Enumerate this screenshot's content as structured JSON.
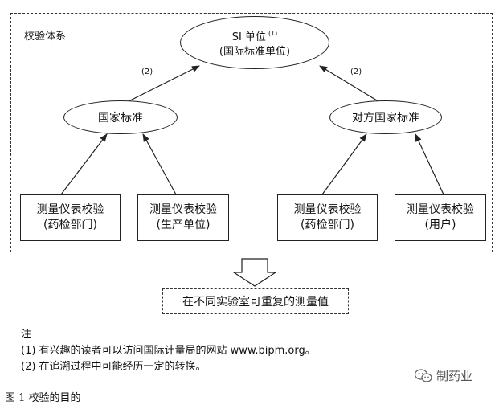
{
  "frame_label": "校验体系",
  "si": {
    "line1": "SI 单位",
    "footnote": "(1)",
    "line2": "(国际标准单位)"
  },
  "arrow_labels": {
    "left": "(2)",
    "right": "(2)"
  },
  "national_standard": "国家标准",
  "counterpart_standard": "对方国家标准",
  "boxes": [
    {
      "line1": "测量仪表校验",
      "line2": "(药检部门)"
    },
    {
      "line1": "测量仪表校验",
      "line2": "(生产单位)"
    },
    {
      "line1": "测量仪表校验",
      "line2": "(药检部门)"
    },
    {
      "line1": "测量仪表校验",
      "line2": "(用户)"
    }
  ],
  "result": "在不同实验室可重复的测量值",
  "notes": {
    "heading": "注",
    "items": [
      "(1) 有兴趣的读者可以访问国际计量局的网站 www.bipm.org。",
      "(2) 在追溯过程中可能经历一定的转换。"
    ]
  },
  "caption": "图 1 校验的目的",
  "watermark": {
    "text": "制药业",
    "icon": "wechat-icon"
  }
}
